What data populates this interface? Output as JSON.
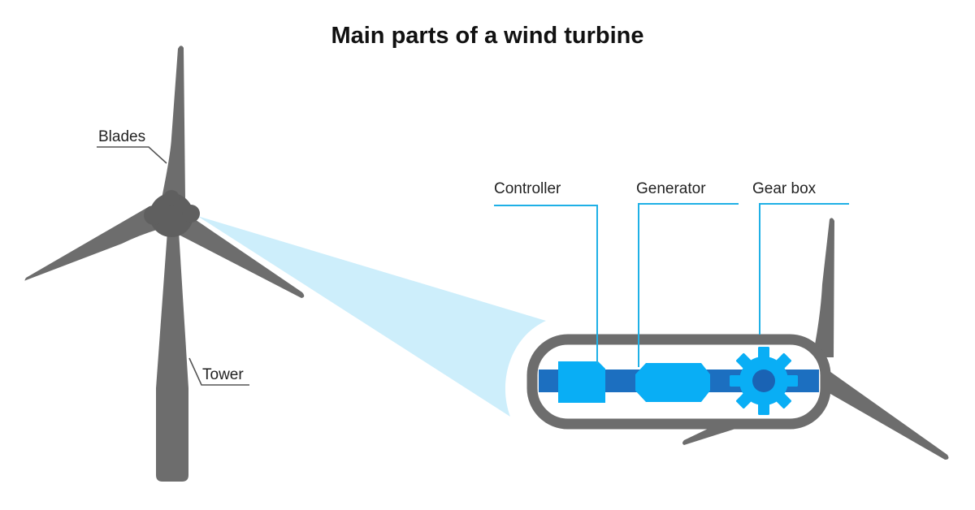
{
  "title": "Main parts of a wind turbine",
  "labels": {
    "blades": "Blades",
    "tower": "Tower",
    "controller": "Controller",
    "generator": "Generator",
    "gear_box": "Gear box"
  },
  "colors": {
    "turbine_gray": "#6d6d6d",
    "hub_gray": "#5f5f5f",
    "beam": "#cdeefb",
    "shaft": "#1c6fc0",
    "component": "#09aef5",
    "gear_center": "#1a63b4",
    "leader_blue": "#1fb0e6",
    "leader_gray": "#555555"
  },
  "icons": {
    "gear": "gear-icon"
  }
}
